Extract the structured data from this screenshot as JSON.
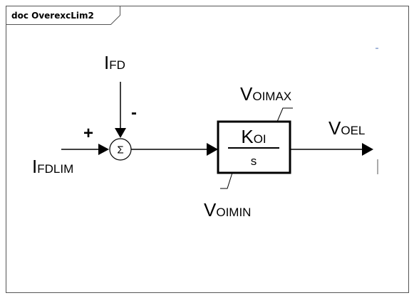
{
  "frame": {
    "tab_label": "doc OverexcLim2"
  },
  "diagram": {
    "input_ifd": {
      "main": "I",
      "sub": "FD"
    },
    "input_ifdlim": {
      "main": "I",
      "sub": "FDLIM"
    },
    "plus_sign": "+",
    "minus_sign": "-",
    "summer_symbol": "Σ",
    "block": {
      "numerator": {
        "main": "K",
        "sub": "OI"
      },
      "denominator": "s"
    },
    "limit_max": {
      "main": "V",
      "sub": "OIMAX"
    },
    "limit_min": {
      "main": "V",
      "sub": "OIMIN"
    },
    "output": {
      "main": "V",
      "sub": "OEL"
    }
  }
}
